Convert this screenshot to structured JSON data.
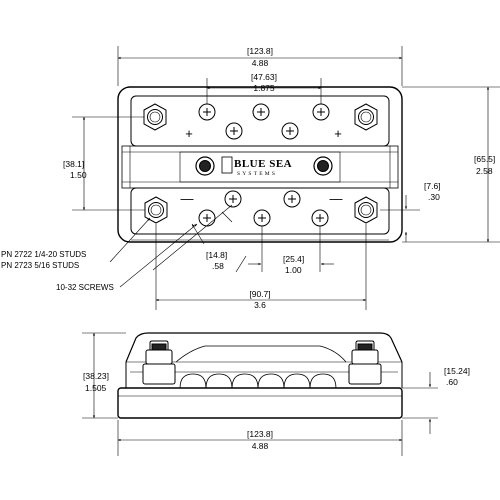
{
  "dimensions": {
    "width_top": {
      "mm": "[123.8]",
      "in": "4.88"
    },
    "stud_spacing": {
      "mm": "[47.63]",
      "in": "1.875"
    },
    "row_spacing": {
      "mm": "[38.1]",
      "in": "1.50"
    },
    "overall_height": {
      "mm": "[65.5]",
      "in": "2.58"
    },
    "edge_offset": {
      "mm": "[7.6]",
      "in": ".30"
    },
    "screw_offset": {
      "mm": "[14.8]",
      "in": ".58"
    },
    "screw_pitch": {
      "mm": "[25.4]",
      "in": "1.00"
    },
    "stud_centers": {
      "mm": "[90.7]",
      "in": "3.6"
    },
    "side_height": {
      "mm": "[38.23]",
      "in": "1.505"
    },
    "base_height": {
      "mm": "[15.24]",
      "in": ".60"
    },
    "width_side": {
      "mm": "[123.8]",
      "in": "4.88"
    }
  },
  "callouts": {
    "studs_line1": "PN 2722 1/4-20 STUDS",
    "studs_line2": "PN 2723 5/16 STUDS",
    "screws": "10-32 SCREWS"
  },
  "logo": {
    "main": "BLUE SEA",
    "sub": "SYSTEMS"
  },
  "polarity": {
    "plus": "+",
    "minus": "—"
  }
}
